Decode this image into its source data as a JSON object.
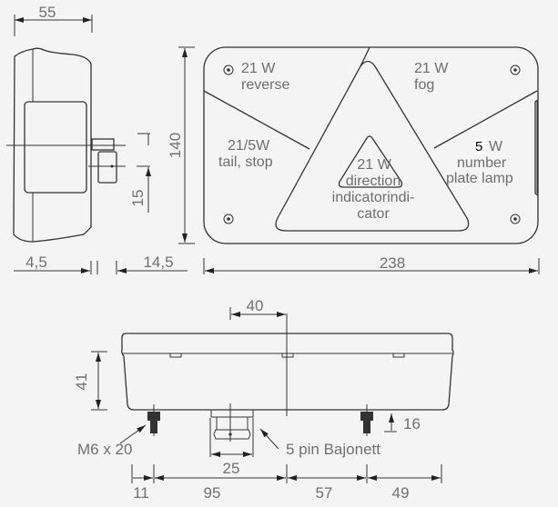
{
  "side_view": {
    "width_dim": "55",
    "height_dim": "140",
    "offset_dim": "15",
    "left_dim": "4,5",
    "right_dim": "14,5"
  },
  "front_view": {
    "width_dim": "238",
    "lamps": [
      {
        "power": "21 W",
        "function": "reverse"
      },
      {
        "power": "21 W",
        "function": "fog"
      },
      {
        "power": "21/5W",
        "function": "tail, stop"
      },
      {
        "power_number": "5",
        "power_unit": "W",
        "function_line1": "number",
        "function_line2": "plate lamp"
      },
      {
        "power": "21 W",
        "function_line1": "direction",
        "function_line2": "indicatorindi-",
        "function_line3": "cator"
      }
    ]
  },
  "bottom_view": {
    "connector_offset_dim": "40",
    "height_dim": "41",
    "bolt_length_dim": "16",
    "bolt_label": "M6 x 20",
    "connector_label": "5 pin Bajonett",
    "connector_width_dim": "25",
    "spacing_dims": [
      "11",
      "95",
      "57",
      "49"
    ]
  }
}
